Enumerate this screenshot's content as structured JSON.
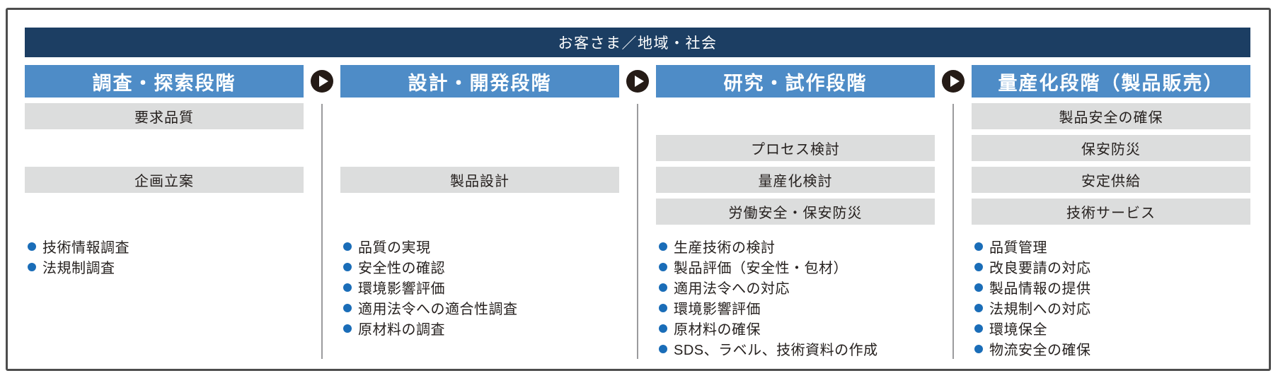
{
  "banner": {
    "label": "お客さま／地域・社会"
  },
  "columns": [
    {
      "title": "調査・探索段階",
      "boxes": [
        {
          "label": "要求品質",
          "row": 1
        },
        {
          "label": "企画立案",
          "row": 3
        }
      ],
      "bullets": [
        "技術情報調査",
        "法規制調査"
      ]
    },
    {
      "title": "設計・開発段階",
      "boxes": [
        {
          "label": "製品設計",
          "row": 3
        }
      ],
      "bullets": [
        "品質の実現",
        "安全性の確認",
        "環境影響評価",
        "適用法令への適合性調査",
        "原材料の調査"
      ]
    },
    {
      "title": "研究・試作段階",
      "boxes": [
        {
          "label": "プロセス検討",
          "row": 2
        },
        {
          "label": "量産化検討",
          "row": 3
        },
        {
          "label": "労働安全・保安防災",
          "row": 4
        }
      ],
      "bullets": [
        "生産技術の検討",
        "製品評価（安全性・包材）",
        "適用法令への対応",
        "環境影響評価",
        "原材料の確保",
        "SDS、ラベル、技術資料の作成"
      ]
    },
    {
      "title": "量産化段階（製品販売）",
      "boxes": [
        {
          "label": "製品安全の確保",
          "row": 1
        },
        {
          "label": "保安防災",
          "row": 2
        },
        {
          "label": "安定供給",
          "row": 3
        },
        {
          "label": "技術サービス",
          "row": 4
        }
      ],
      "bullets": [
        "品質管理",
        "改良要請の対応",
        "製品情報の提供",
        "法規制への対応",
        "環境保全",
        "物流安全の確保"
      ]
    }
  ],
  "arrow_icon": {
    "name": "play-arrow-right",
    "glyph": "▶"
  },
  "colors": {
    "banner_navy": "#1c3e63",
    "stage_blue": "#4e8cc7",
    "box_gray": "#dcdddd",
    "bullet_blue": "#1a6db8",
    "arrow_black": "#251b16",
    "divider_gray": "#9b9b9d",
    "frame_border": "#4d4d4d",
    "text_dark": "#26211f"
  }
}
